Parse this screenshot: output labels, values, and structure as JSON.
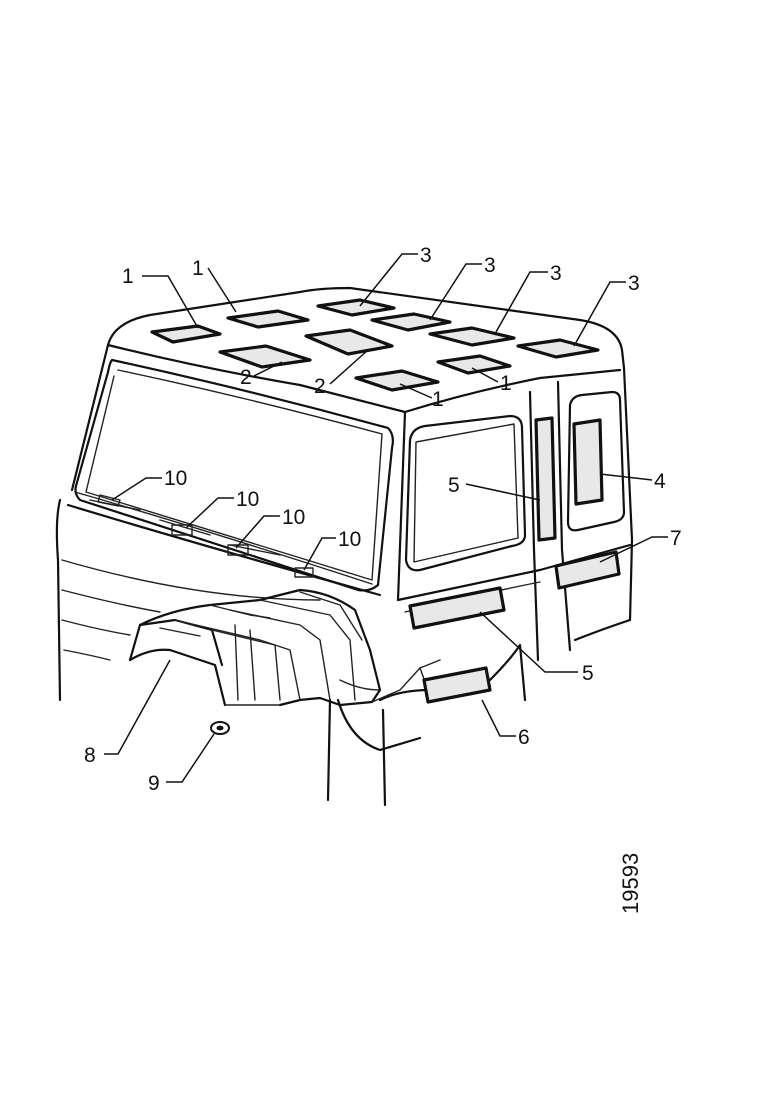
{
  "callouts": {
    "c1": "1",
    "c2": "2",
    "c3": "3",
    "c4": "4",
    "c5": "5",
    "c6": "6",
    "c7": "7",
    "c8": "8",
    "c9": "9",
    "c10": "10"
  },
  "reference_number": "19593"
}
